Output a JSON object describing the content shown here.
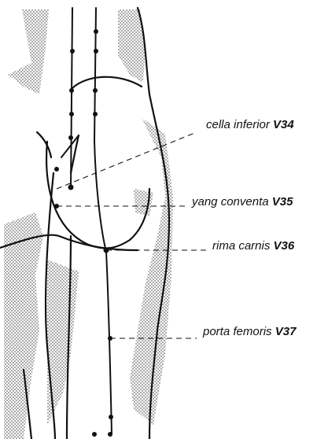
{
  "points": [
    {
      "name": "cella inferior",
      "code": "V34"
    },
    {
      "name": "yang conventa",
      "code": "V35"
    },
    {
      "name": "rima carnis",
      "code": "V36"
    },
    {
      "name": "porta femoris",
      "code": "V37"
    }
  ],
  "colors": {
    "line": "#111111",
    "stipple": "#9a9a9a",
    "background": "#ffffff"
  }
}
